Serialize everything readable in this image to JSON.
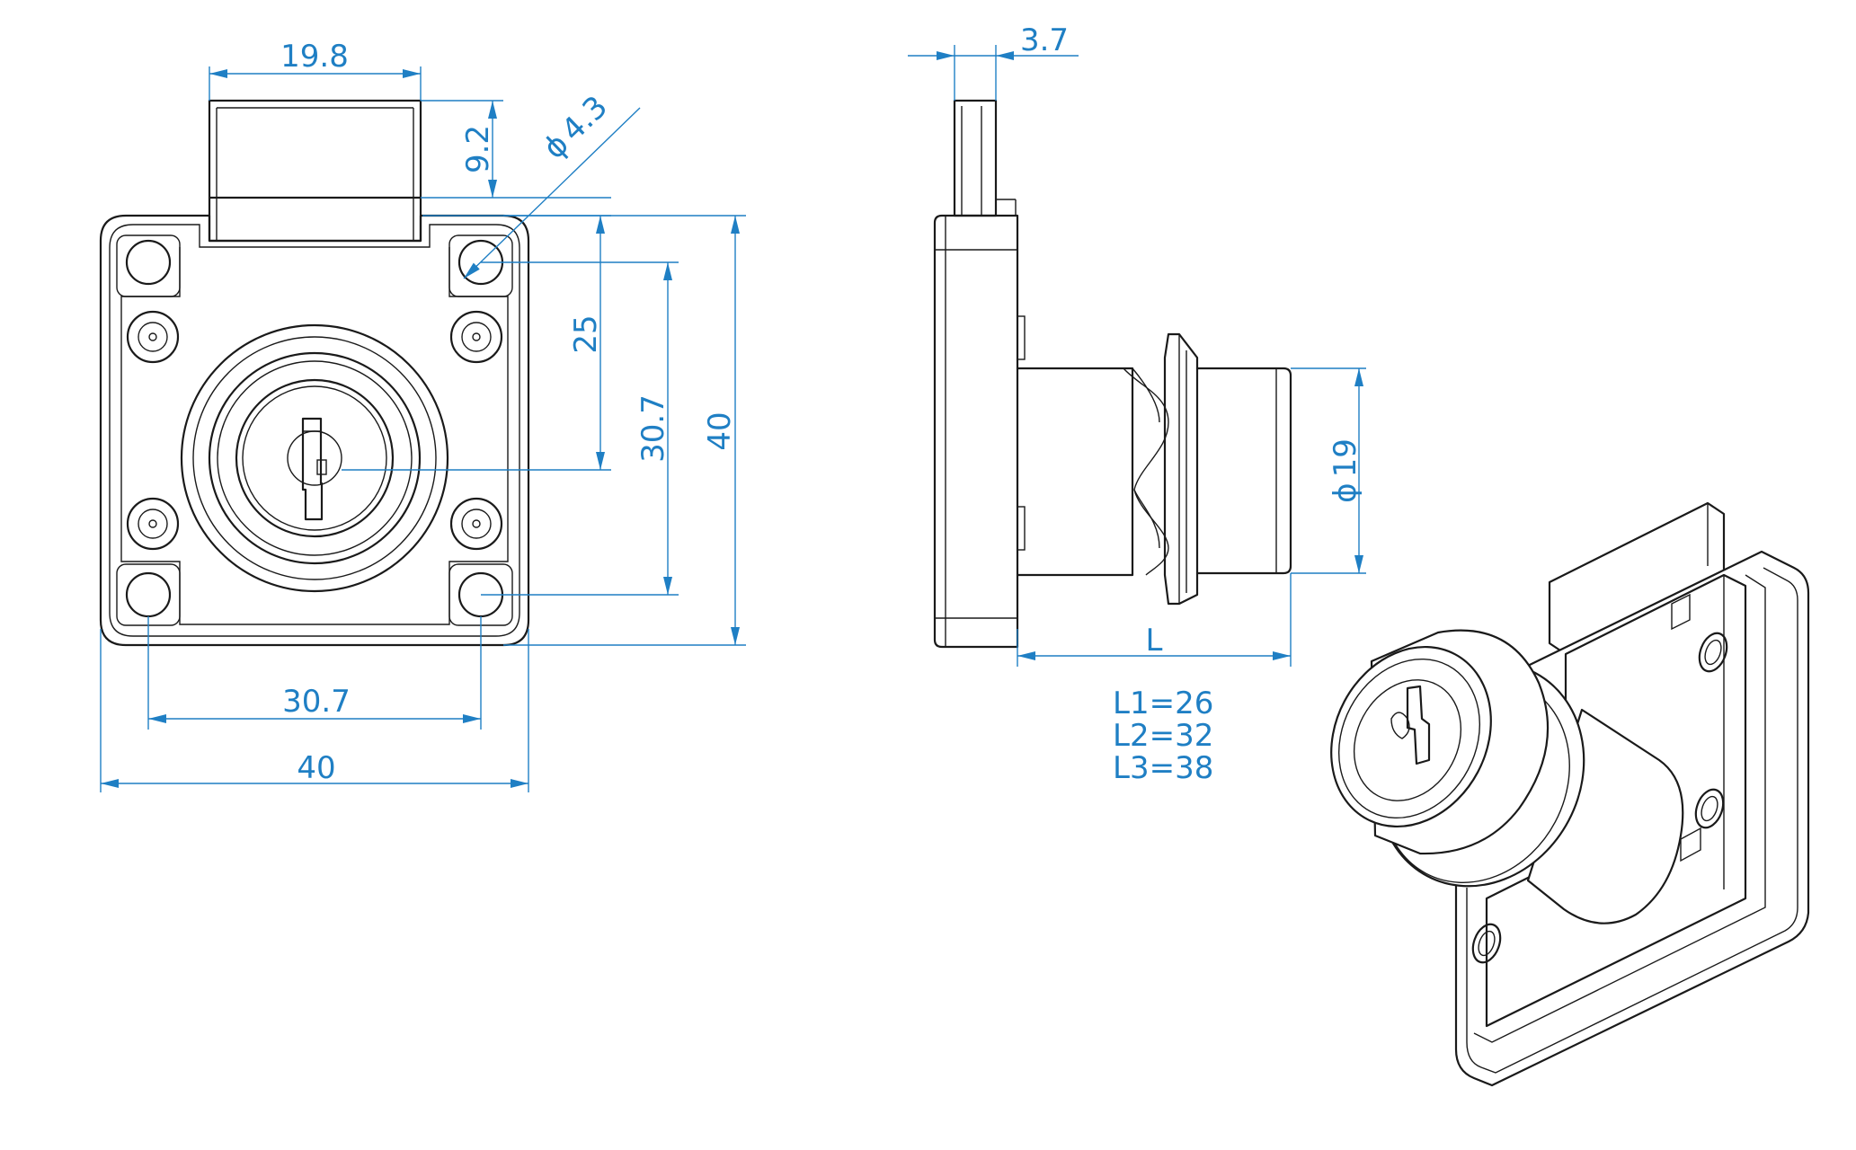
{
  "front_view": {
    "dim_latch_width": "19.8",
    "dim_latch_height": "9.2",
    "dim_hole_dia": "4.3",
    "dim_hole_to_key": "25",
    "dim_hole_spacing_v": "30.7",
    "dim_height": "40",
    "dim_hole_spacing_h": "30.7",
    "dim_width": "40"
  },
  "side_view": {
    "dim_plate_thickness": "3.7",
    "dim_cylinder_dia": "19",
    "dim_length": "L",
    "length_options": [
      "L1=26",
      "L2=32",
      "L3=38"
    ]
  },
  "symbols": {
    "diameter": "ϕ"
  },
  "colors": {
    "dimension": "#1f7fc4",
    "outline": "#1a1a1a"
  }
}
